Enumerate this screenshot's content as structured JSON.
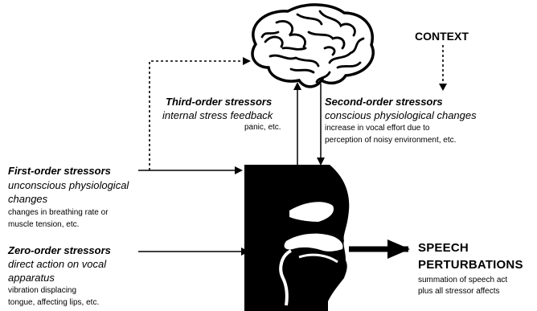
{
  "context": "CONTEXT",
  "third_order": {
    "title": "Third-order stressors",
    "subtitle": "internal stress feedback",
    "example": "panic, etc."
  },
  "second_order": {
    "title": "Second-order stressors",
    "subtitle": "conscious physiological changes",
    "example_line1": "increase in vocal effort due to",
    "example_line2": "perception of noisy environment, etc."
  },
  "first_order": {
    "title": "First-order stressors",
    "subtitle_line1": "unconscious physiological",
    "subtitle_line2": "changes",
    "example_line1": "changes in breathing rate or",
    "example_line2": "muscle tension, etc."
  },
  "zero_order": {
    "title": "Zero-order stressors",
    "subtitle_line1": "direct action on vocal",
    "subtitle_line2": "apparatus",
    "example_line1": "vibration displacing",
    "example_line2": "tongue, affecting lips, etc."
  },
  "output": {
    "title_line1": "SPEECH",
    "title_line2": "PERTURBATIONS",
    "desc_line1": "summation of speech act",
    "desc_line2": "plus all stressor affects"
  }
}
